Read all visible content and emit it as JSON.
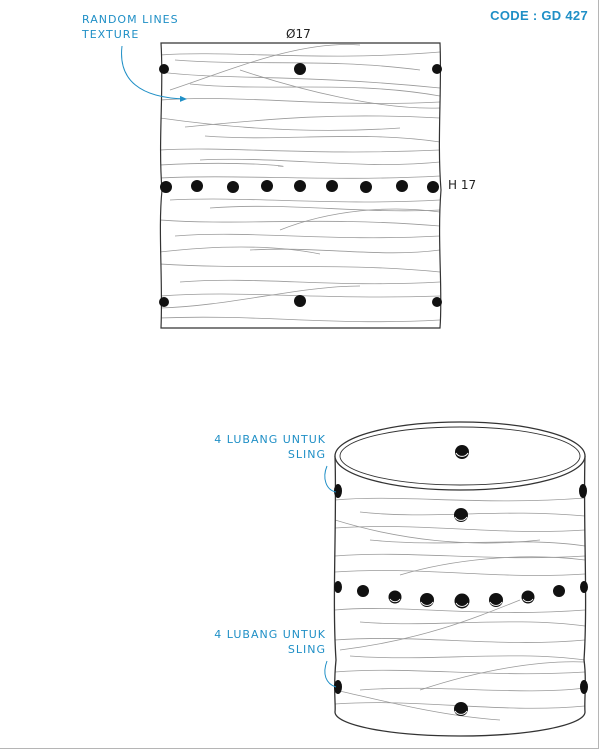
{
  "header": {
    "code": "CODE : GD 427"
  },
  "annotations": {
    "texture_note": [
      "RANDOM LINES",
      "TEXTURE"
    ],
    "sling_note_top": [
      "4 LUBANG UNTUK",
      "SLING"
    ],
    "sling_note_bottom": [
      "4 LUBANG UNTUK",
      "SLING"
    ]
  },
  "dimensions": {
    "diameter": "Ø17",
    "height": "H 17"
  },
  "colors": {
    "accent": "#1f8fc6",
    "code": "#1f8fc6",
    "line": "#333333",
    "texture": "#9a9a9a",
    "hole": "#111111"
  }
}
